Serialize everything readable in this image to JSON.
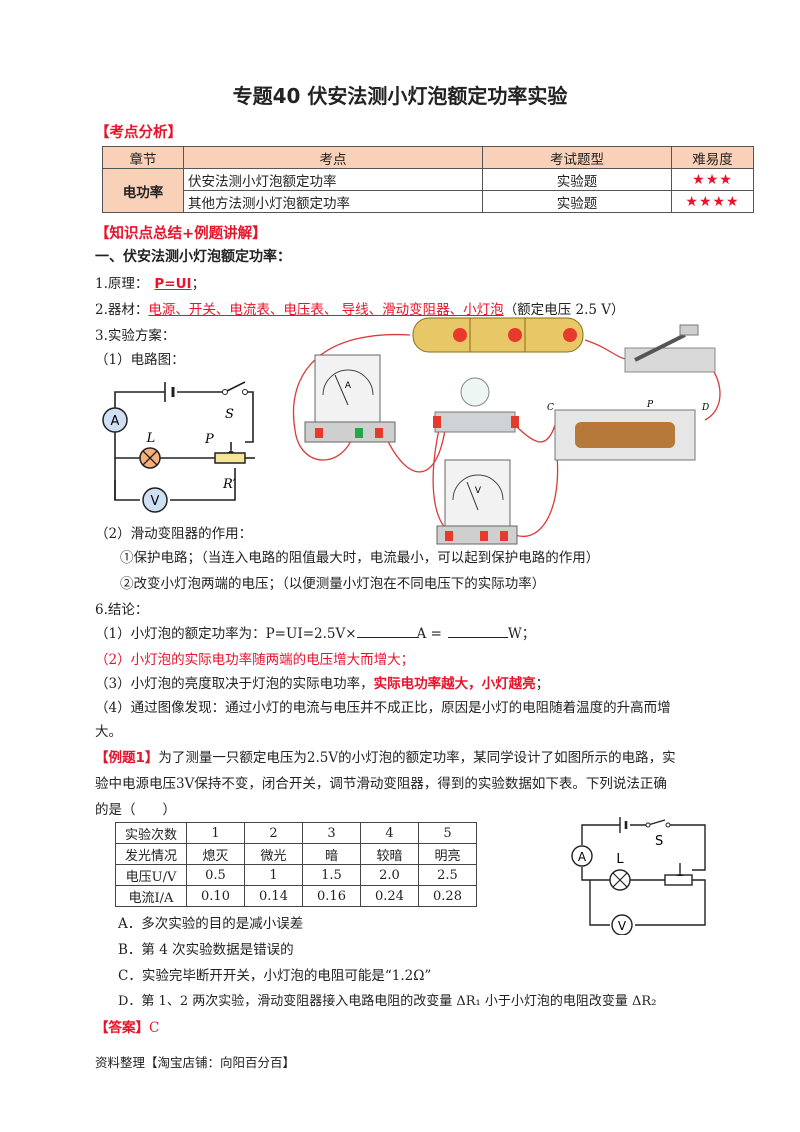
{
  "title": "专题40 伏安法测小灯泡额定功率实验",
  "sec1": "【考点分析】",
  "table": {
    "headers": [
      "章节",
      "考点",
      "考试题型",
      "难易度"
    ],
    "chapter": "电功率",
    "rows": [
      {
        "point": "伏安法测小灯泡额定功率",
        "type": "实验题",
        "difficulty": "★★★"
      },
      {
        "point": "其他方法测小灯泡额定功率",
        "type": "实验题",
        "difficulty": "★★★★"
      }
    ]
  },
  "sec2": "【知识点总结+例题讲解】",
  "h1": "一、伏安法测小灯泡额定功率：",
  "p1_pre": "1.原理：",
  "p1_val": "P=UI",
  "p1_post": "；",
  "p2_pre": "2.器材：",
  "p2_val": "电源、开关、电流表、电压表、 导线、滑动变阻器、小灯泡",
  "p2_post": "（额定电压 2.5 V）",
  "p3": "3.实验方案：",
  "p4": "（1）电路图：",
  "circuit1": {
    "A": "A",
    "L": "L",
    "S": "S",
    "P": "P",
    "R": "R′",
    "V": "V"
  },
  "p5": "（2）滑动变阻器的作用：",
  "p6": "①保护电路；（当连入电路的阻值最大时，电流最小，可以起到保护电路的作用）",
  "p7": "②改变小灯泡两端的电压；（以便测量小灯泡在不同电压下的实际功率）",
  "p8": "6.结论：",
  "p9a": "（1）小灯泡的额定功率为：P=UI=2.5V×",
  "p9b": "A =",
  "p9c": "W；",
  "p10": "（2）小灯泡的实际电功率随两端的电压增大而增大；",
  "p11a": "（3）小灯泡的亮度取决于灯泡的实际电功率，",
  "p11b": "实际电功率越大，小灯越亮",
  "p11c": "；",
  "p12a": "（4）通过图像发现：通过小灯的电流与电压并不成正比，原因是小灯的电阻随着温度的升高而增",
  "p12b": "大。",
  "ex_tag": "【例题1】",
  "ex_l1": "为了测量一只额定电压为2.5V的小灯泡的额定功率，某同学设计了如图所示的电路，实",
  "ex_l2": "验中电源电压3V保持不变，闭合开关，调节滑动变阻器，得到的实验数据如下表。下列说法正确",
  "ex_l3": "的是（　　）",
  "data": {
    "rows": [
      [
        "实验次数",
        "1",
        "2",
        "3",
        "4",
        "5"
      ],
      [
        "发光情况",
        "熄灭",
        "微光",
        "暗",
        "较暗",
        "明亮"
      ],
      [
        "电压U/V",
        "0.5",
        "1",
        "1.5",
        "2.0",
        "2.5"
      ],
      [
        "电流I/A",
        "0.10",
        "0.14",
        "0.16",
        "0.24",
        "0.28"
      ]
    ]
  },
  "circuit2": {
    "A": "A",
    "L": "L",
    "S": "S",
    "V": "V"
  },
  "optA": "A．多次实验的目的是减小误差",
  "optB": "B．第 4 次实验数据是错误的",
  "optC": "C．实验完毕断开开关，小灯泡的电阻可能是“1.2Ω”",
  "optD": "D．第 1、2 两次实验，滑动变阻器接入电路电阻的改变量 ΔR₁ 小于小灯泡的电阻改变量 ΔR₂",
  "ans_tag": "【答案】",
  "ans_val": "C",
  "footer": "资料整理【淘宝店铺：向阳百分百】",
  "apparatus": {
    "ammeter": "A",
    "voltmeter": "V",
    "C": "C",
    "D": "D",
    "P": "P"
  }
}
